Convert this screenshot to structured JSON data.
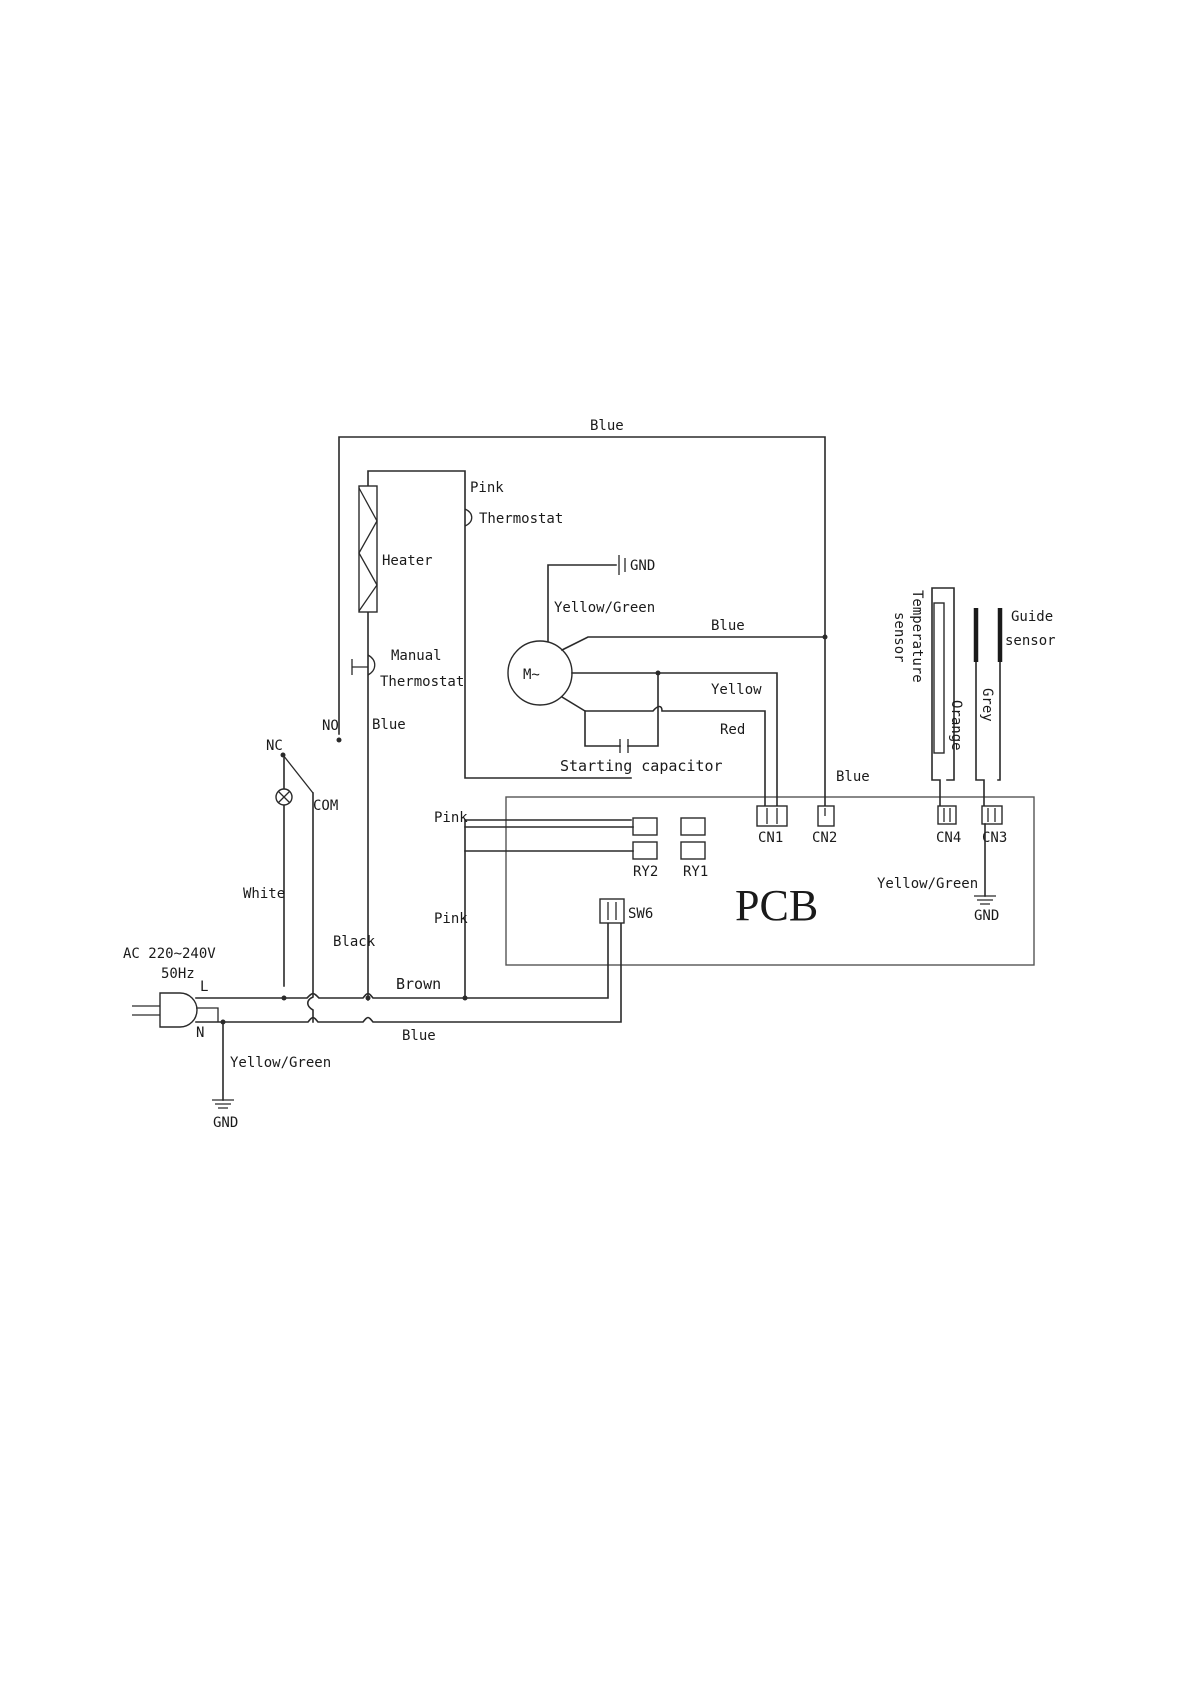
{
  "power": {
    "supply": "AC 220~240V",
    "freq": "50Hz",
    "line": "L",
    "neutral": "N"
  },
  "components": {
    "heater": "Heater",
    "thermostat": "Thermostat",
    "manual_thermostat_1": "Manual",
    "manual_thermostat_2": "Thermostat",
    "motor": "M~",
    "capacitor": "Starting capacitor",
    "temp_sensor_1": "Temperature",
    "temp_sensor_2": "sensor",
    "guide_sensor_1": "Guide",
    "guide_sensor_2": "sensor",
    "pcb": "PCB",
    "gnd": "GND"
  },
  "switch": {
    "nc": "NC",
    "no": "NO",
    "com": "COM"
  },
  "connectors": {
    "cn1": "CN1",
    "cn2": "CN2",
    "cn3": "CN3",
    "cn4": "CN4",
    "ry1": "RY1",
    "ry2": "RY2",
    "sw6": "SW6"
  },
  "wires": {
    "blue": "Blue",
    "pink": "Pink",
    "yellow_green": "Yellow/Green",
    "yellow": "Yellow",
    "red": "Red",
    "white": "White",
    "black": "Black",
    "brown": "Brown",
    "orange": "Orange",
    "grey": "Grey"
  }
}
